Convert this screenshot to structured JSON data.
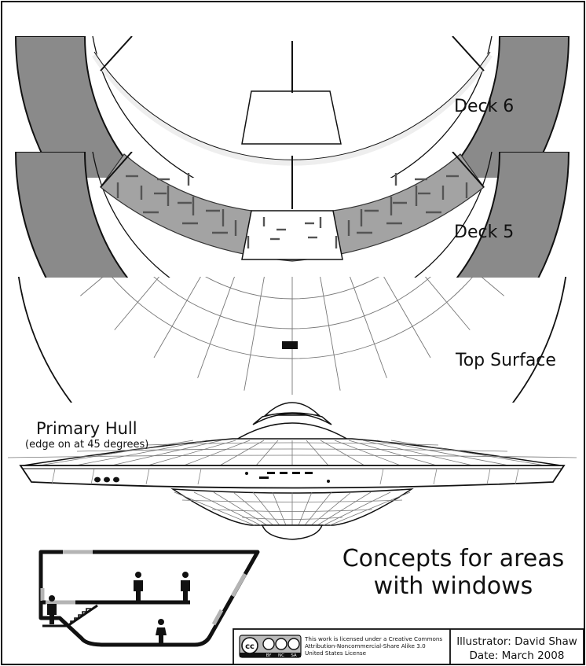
{
  "labels": {
    "deck6": "Deck 6",
    "deck5": "Deck 5",
    "top_surface": "Top Surface",
    "primary_hull": "Primary Hull",
    "primary_hull_sub": "(edge on at 45 degrees)",
    "concepts_line1": "Concepts for areas",
    "concepts_line2": "with windows"
  },
  "license": {
    "badge_left": "cc",
    "badge_by": "BY",
    "badge_nc": "NC",
    "badge_sa": "SA",
    "line1": "This work is licensed under a Creative Commons",
    "line2": "Attribution-Noncommercial-Share Alike 3.0",
    "line3": "United States License"
  },
  "credits": {
    "illustrator": "Illustrator: David Shaw",
    "date": "Date: March 2008"
  },
  "colors": {
    "deck_fill": "#8a8a8a",
    "window_fill": "#ffffff",
    "room_fill": "#9a9a9a",
    "line": "#111111",
    "window_strip": "#b4b4b4"
  }
}
